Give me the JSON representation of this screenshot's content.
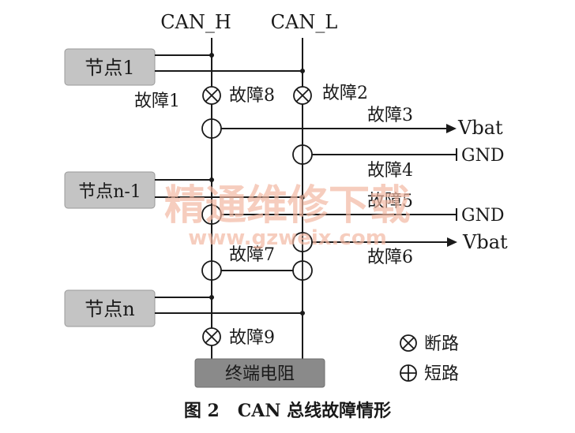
{
  "diagram": {
    "bus_labels": {
      "can_h": "CAN_H",
      "can_l": "CAN_L"
    },
    "nodes": [
      "节点1",
      "节点n-1",
      "节点n"
    ],
    "terminator": "终端电阻",
    "faults": {
      "f1": "故障1",
      "f2": "故障2",
      "f3": "故障3",
      "f4": "故障4",
      "f5": "故障5",
      "f6": "故障6",
      "f7": "故障7",
      "f8": "故障8",
      "f9": "故障9"
    },
    "rails": {
      "vbat_top": "Vbat",
      "gnd_top": "GND",
      "gnd_bottom": "GND",
      "vbat_bottom": "Vbat"
    },
    "legend": {
      "open": "断路",
      "short": "短路"
    },
    "caption": "图 2   CAN 总线故障情形"
  },
  "watermark": {
    "title": "精通维修下载",
    "url": "www.gzweix.com"
  },
  "colors": {
    "line": "#1a1a1a",
    "node_fill": "#c4c4c4",
    "terminator_fill": "#8a8a8a",
    "watermark": "#f2b8a2"
  }
}
